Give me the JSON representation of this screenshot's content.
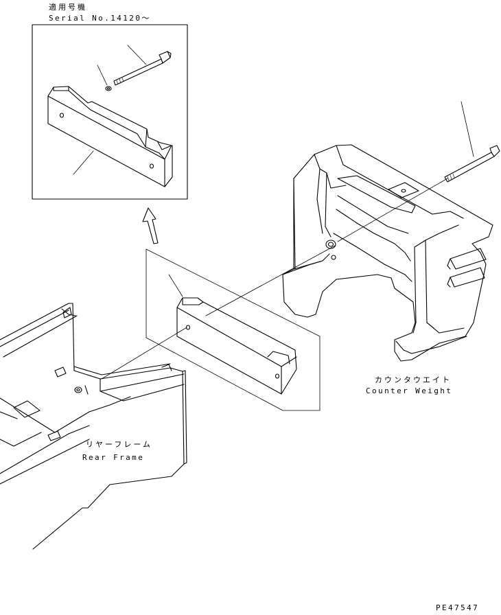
{
  "inset": {
    "title_jp": "適用号機",
    "serial": "Serial No.14120～"
  },
  "labels": {
    "counter_weight_jp": "カウンタウエイト",
    "counter_weight_en": "Counter Weight",
    "rear_frame_jp": "リヤーフレーム",
    "rear_frame_en": "Rear Frame"
  },
  "drawing_number": "PE47547"
}
